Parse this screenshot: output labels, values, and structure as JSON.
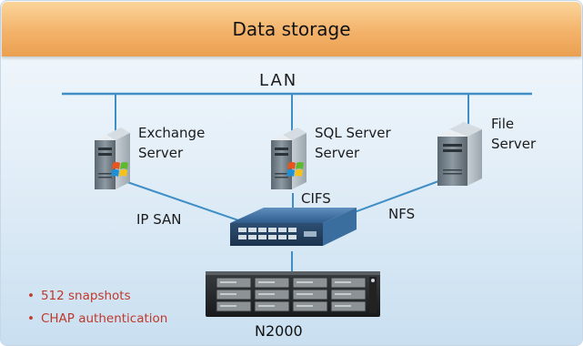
{
  "header": {
    "title": "Data storage"
  },
  "network": {
    "label": "LAN"
  },
  "servers": [
    {
      "name_line1": "Exchange",
      "name_line2": "Server",
      "os_icon": "windows-logo-icon"
    },
    {
      "name_line1": "SQL Server",
      "name_line2": "Server",
      "os_icon": "windows-logo-icon"
    },
    {
      "name_line1": "File",
      "name_line2": "Server",
      "os_icon": ""
    }
  ],
  "connections": {
    "exchange": "IP SAN",
    "sql": "CIFS",
    "file": "NFS"
  },
  "switch": {
    "icon": "network-switch-icon"
  },
  "storage": {
    "label": "N2000",
    "icon": "rack-storage-icon"
  },
  "features": [
    "512 snapshots",
    "CHAP authentication"
  ],
  "colors": {
    "header": "#f3b26a",
    "background": "#dceaf5",
    "lines": "#3f8fc6",
    "feature_text": "#c0392b"
  }
}
